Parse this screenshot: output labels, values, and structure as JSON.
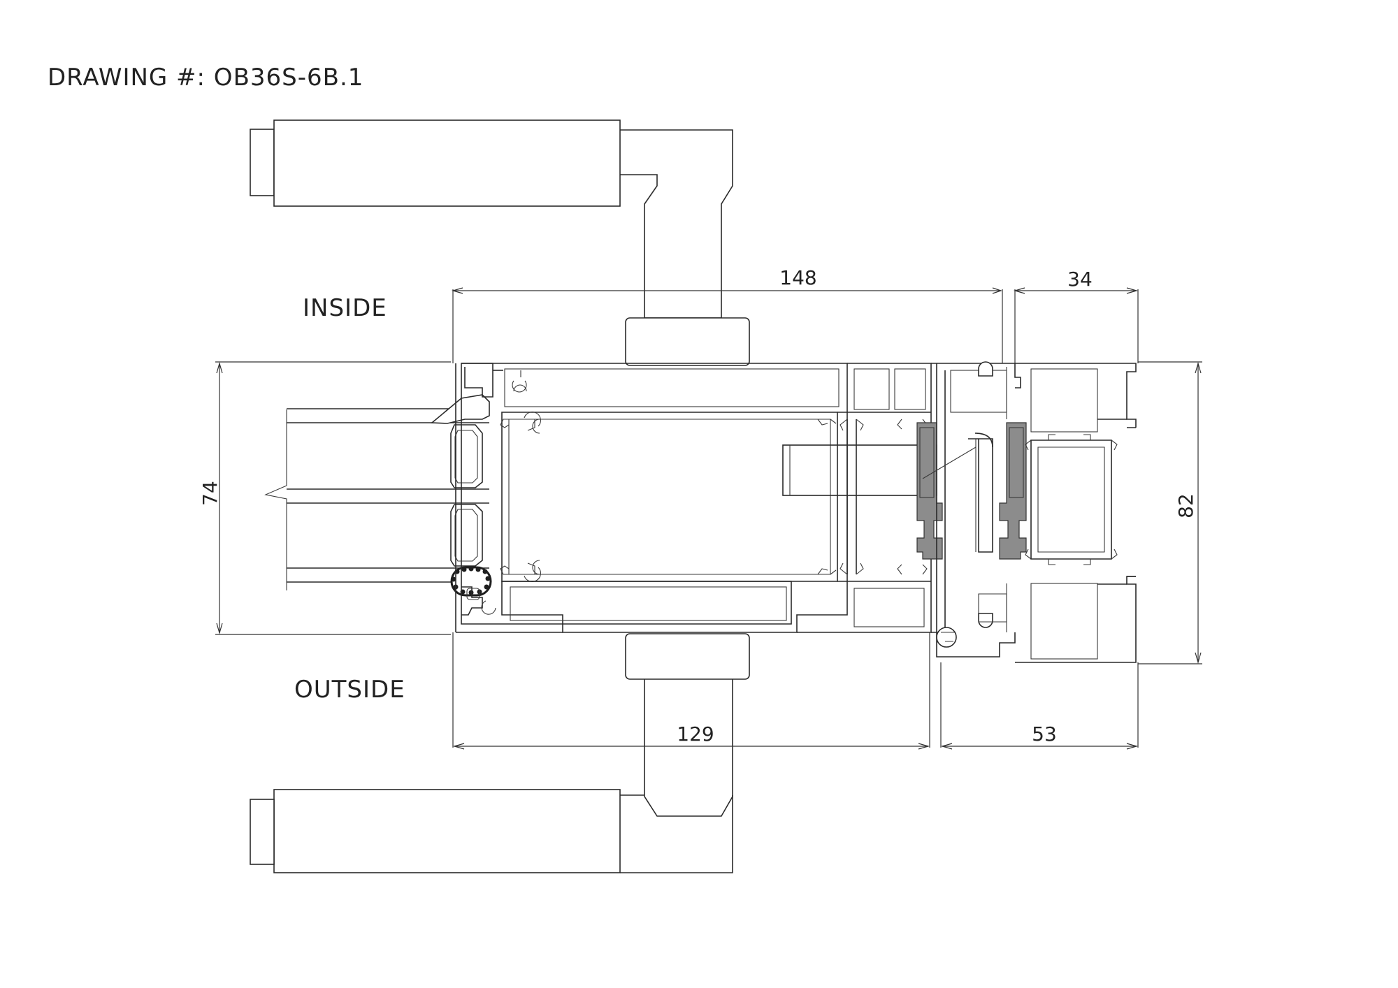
{
  "title": "DRAWING #: OB36S-6B.1",
  "labels": {
    "inside": "INSIDE",
    "outside": "OUTSIDE"
  },
  "dimensions": {
    "top_sash_width": "148",
    "top_frame_width": "34",
    "bottom_sash_width": "129",
    "bottom_frame_width": "53",
    "left_height": "74",
    "right_height": "82"
  },
  "colors": {
    "line": "#2a2a2a",
    "thermal_break": "#8c8c8c",
    "background": "#ffffff"
  }
}
